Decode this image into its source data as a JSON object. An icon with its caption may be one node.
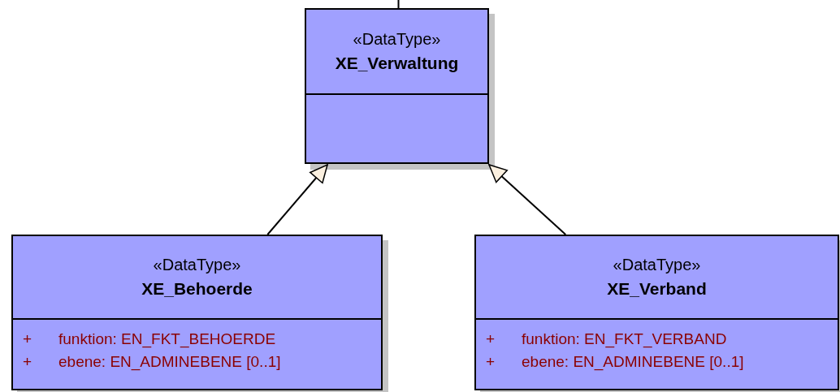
{
  "diagram": {
    "nodes": [
      {
        "text": [
          "«DataType»",
          "XE_Verwaltung"
        ]
      },
      {
        "text": [
          "«DataType»",
          "XE_Behoerde",
          "+ funktion: EN_FKT_BEHOERDE",
          "+ ebene: EN_ADMINEBENE [0..1]"
        ]
      },
      {
        "text": [
          "«DataType»",
          "XE_Verband",
          "+ funktion: EN_FKT_VERBAND",
          "+ ebene: EN_ADMINEBENE [0..1]"
        ]
      }
    ],
    "edges": [
      {
        "from": 0,
        "to": null,
        "arrow": "none"
      },
      {
        "from": 1,
        "to": 0,
        "arrow": "to"
      },
      {
        "from": 2,
        "to": 0,
        "arrow": "to"
      }
    ]
  }
}
